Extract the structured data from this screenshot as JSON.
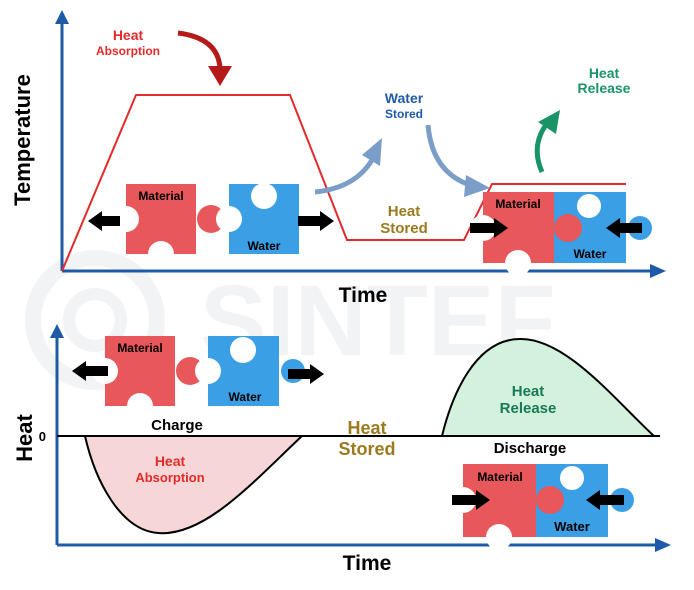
{
  "watermark": "SINTEF",
  "colors": {
    "axis": "#1f5aa8",
    "material": "#e8575a",
    "water": "#3a9fe4",
    "heat_red": "#e42a2a",
    "water_blue": "#1f5aa8",
    "stored_gold": "#9b7a1e",
    "release_green": "#1a9466",
    "absorb_fill": "#f6d6d6",
    "release_fill": "#d2f2dd"
  },
  "top_panel": {
    "ylabel": "Temperature",
    "xlabel": "Time",
    "heat_absorption": [
      "Heat",
      "Absorption"
    ],
    "water_stored": [
      "Water",
      "Stored"
    ],
    "heat_release": [
      "Heat",
      "Release"
    ],
    "heat_stored": [
      "Heat",
      "Stored"
    ],
    "material_label": "Material",
    "water_label": "Water"
  },
  "bottom_panel": {
    "ylabel": "Heat",
    "zero_tick": "0",
    "xlabel": "Time",
    "charge": "Charge",
    "discharge": "Discharge",
    "heat_stored": [
      "Heat",
      "Stored"
    ],
    "heat_absorption": [
      "Heat",
      "Absorption"
    ],
    "heat_release": [
      "Heat",
      "Release"
    ],
    "material_label": "Material",
    "water_label": "Water"
  }
}
